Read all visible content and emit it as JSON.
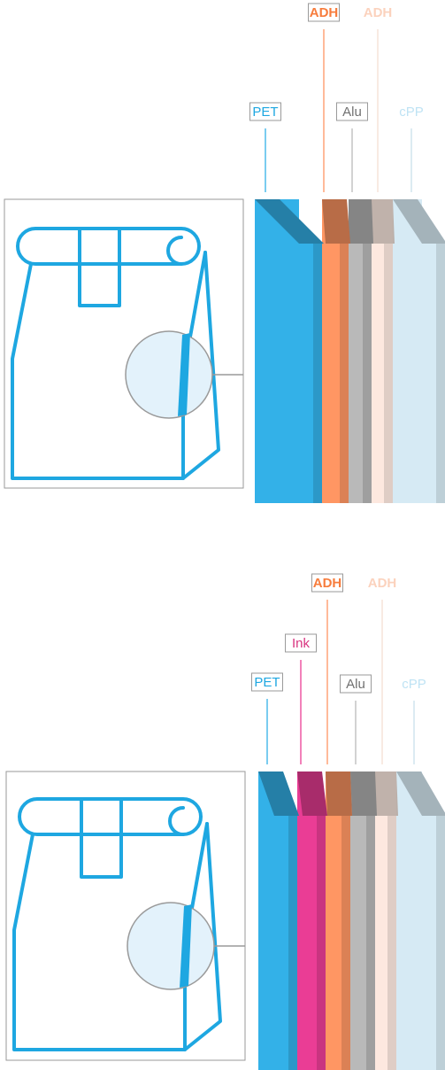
{
  "diagrams": [
    {
      "layers": [
        {
          "label": "PET",
          "color": "#33b1e8",
          "boxed": true
        },
        {
          "label": "ADH",
          "color": "#ff9663",
          "boxed": true,
          "bold": true
        },
        {
          "label": "Alu",
          "color": "#b9b9b9",
          "boxed": true
        },
        {
          "label": "ADH",
          "color": "#fde5da",
          "boxed": false,
          "bold": true,
          "faded": true
        },
        {
          "label": "cPP",
          "color": "#cfe7f3",
          "boxed": false,
          "faded": true
        }
      ]
    },
    {
      "layers": [
        {
          "label": "PET",
          "color": "#33b1e8",
          "boxed": true
        },
        {
          "label": "Ink",
          "color": "#ea3d95",
          "boxed": true
        },
        {
          "label": "ADH",
          "color": "#ff9663",
          "boxed": true,
          "bold": true
        },
        {
          "label": "Alu",
          "color": "#b9b9b9",
          "boxed": true
        },
        {
          "label": "ADH",
          "color": "#fde5da",
          "boxed": false,
          "bold": true,
          "faded": true
        },
        {
          "label": "cPP",
          "color": "#cfe7f3",
          "boxed": false,
          "faded": true
        }
      ]
    }
  ],
  "colors": {
    "bag_outline": "#1ea7e1",
    "frame_border": "#9a9a9a",
    "lens_fill": "#e3f2fb"
  }
}
